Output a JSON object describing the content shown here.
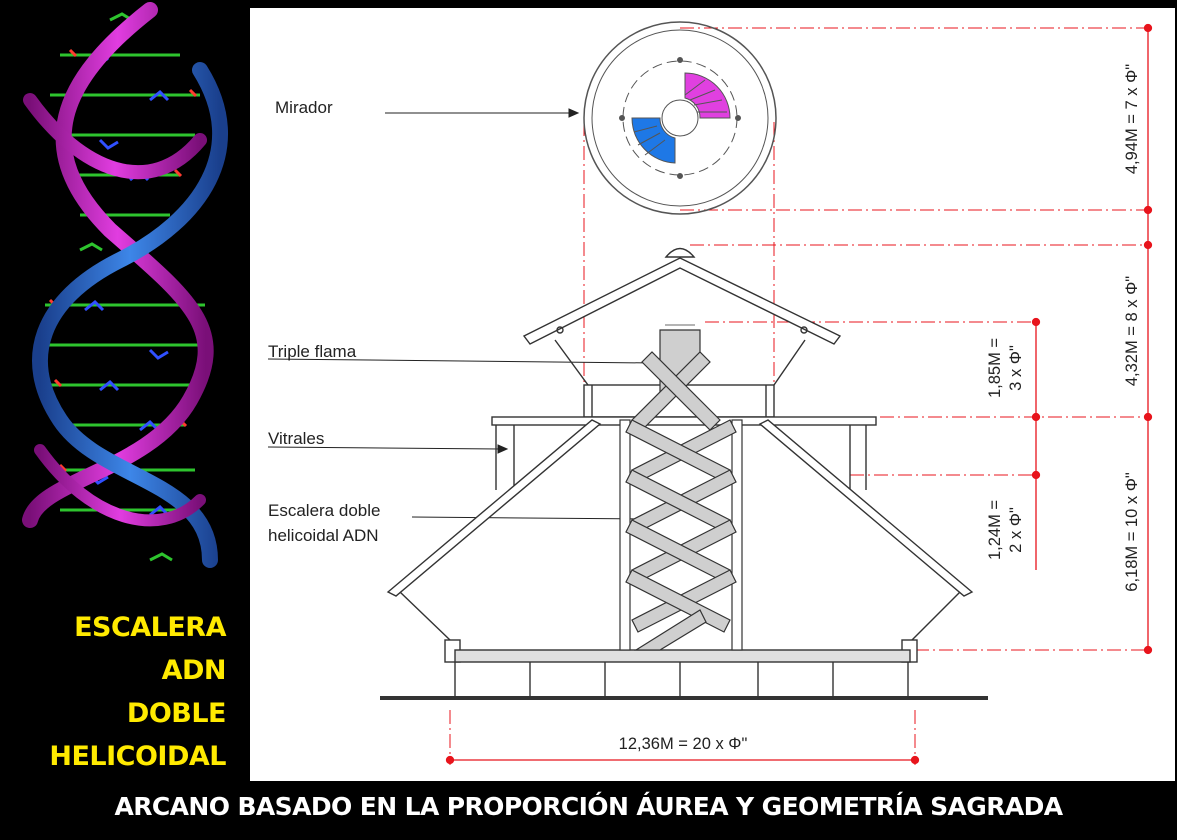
{
  "labels": {
    "mirador": "Mirador",
    "triple_flama": "Triple flama",
    "vitrales": "Vitrales",
    "escalera_line1": "Escalera doble",
    "escalera_line2": "helicoidal ADN"
  },
  "dimensions": {
    "mirador_height": "4,94M = 7 x Φ\"",
    "roof_height": "4,32M = 8 x Φ\"",
    "base_height": "6,18M = 10 x Φ\"",
    "flame_height_line1": "1,85M =",
    "flame_height_line2": "3 x Φ\"",
    "window_height_line1": "1,24M =",
    "window_height_line2": "2 x Φ\"",
    "base_width": "12,36M = 20 x Φ\""
  },
  "left_title": [
    "ESCALERA",
    "ADN",
    "DOBLE",
    "HELICOIDAL"
  ],
  "caption": "ARCANO BASADO EN LA PROPORCIÓN ÁUREA Y GEOMETRÍA SAGRADA",
  "colors": {
    "title_yellow": "#ffea00",
    "dimension_red": "#e8141c",
    "stair_magenta": "#e040e0",
    "stair_blue": "#1e78e6",
    "dna_magenta": "#c020b8",
    "dna_blue": "#2a6fd6"
  }
}
